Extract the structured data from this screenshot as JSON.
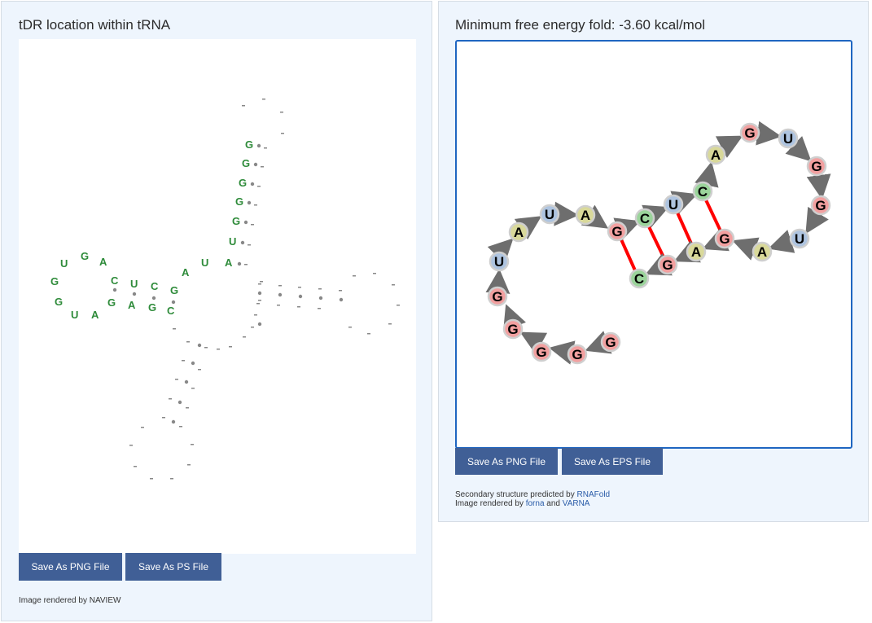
{
  "left_panel": {
    "title": "tDR location within tRNA",
    "buttons": {
      "save_png": "Save As PNG File",
      "save_ps": "Save As PS File"
    },
    "credit": "Image rendered by NAVIEW",
    "highlight_color": "#2e8b3a",
    "highlighted_bases": [
      "G",
      "G",
      "G",
      "G",
      "G",
      "U",
      "A",
      "U",
      "A",
      "C",
      "U",
      "C",
      "G",
      "A",
      "G",
      "U",
      "G",
      "G",
      "U",
      "A",
      "G",
      "A",
      "G",
      "C"
    ]
  },
  "right_panel": {
    "title": "Minimum free energy fold: -3.60 kcal/mol",
    "buttons": {
      "save_png": "Save As PNG File",
      "save_eps": "Save As EPS File"
    },
    "credit_line1_prefix": "Secondary structure predicted by ",
    "credit_line1_link": "RNAFold",
    "credit_line2_prefix": "Image rendered by ",
    "credit_line2_link1": "forna",
    "credit_line2_mid": " and ",
    "credit_line2_link2": "VARNA",
    "sequence": "GGGGGUAUAGCUCAGUGGUAGAGC",
    "structure": ".........((((........))))",
    "colors": {
      "A": "#d9d99a",
      "U": "#aec4e0",
      "G": "#f2a0a0",
      "C": "#9bd49b",
      "pair": "#ff0000",
      "backbone": "#a8a8a8"
    }
  }
}
